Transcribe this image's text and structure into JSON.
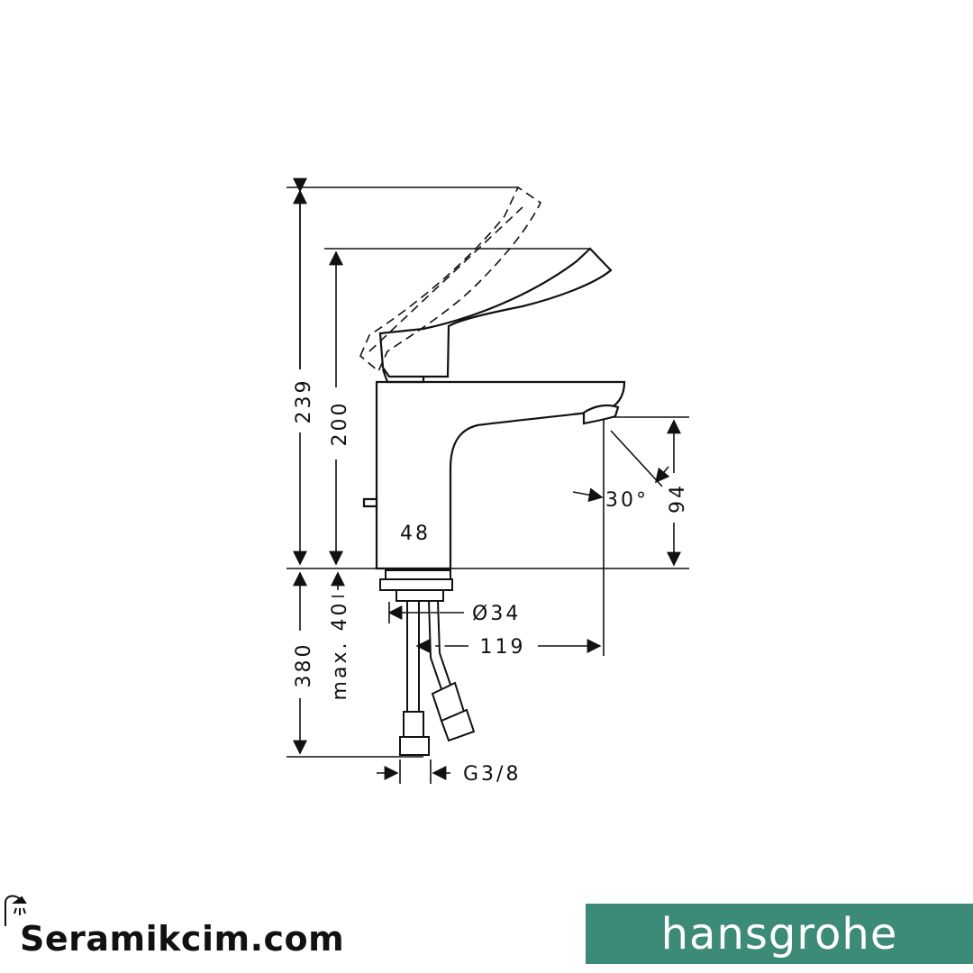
{
  "dimensions": {
    "total_height": "239",
    "body_height": "200",
    "under_counter": "380",
    "max_thickness": "max. 40",
    "body_width": "48",
    "shank_diameter": "Ø34",
    "projection": "119",
    "spout_height": "94",
    "angle": "30°",
    "thread": "G3/8"
  },
  "branding": {
    "retailer": "Seramikcim.com",
    "manufacturer": "hansgrohe",
    "logo_color": "#3c8b78"
  }
}
